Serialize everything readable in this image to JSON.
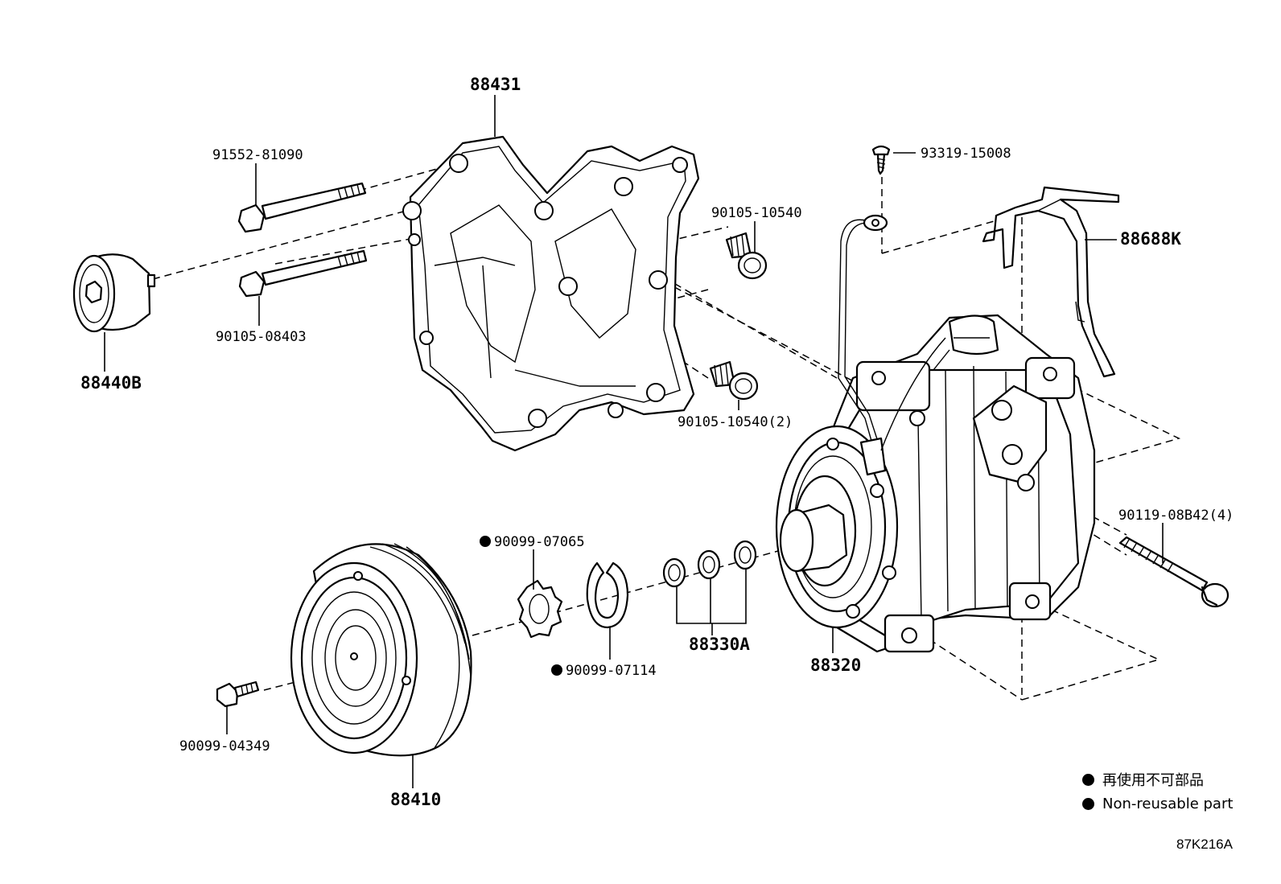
{
  "parts": [
    {
      "id": "88431",
      "label": "88431"
    },
    {
      "id": "91552-81090",
      "label": "91552-81090"
    },
    {
      "id": "90105-08403",
      "label": "90105-08403"
    },
    {
      "id": "88440B",
      "label": "88440B"
    },
    {
      "id": "90105-10540",
      "label": "90105-10540"
    },
    {
      "id": "90105-10540-2",
      "label": "90105-10540(2)"
    },
    {
      "id": "93319-15008",
      "label": "93319-15008"
    },
    {
      "id": "88688K",
      "label": "88688K"
    },
    {
      "id": "90119-08B42-4",
      "label": "90119-08B42(4)"
    },
    {
      "id": "88320",
      "label": "88320"
    },
    {
      "id": "88330A",
      "label": "88330A"
    },
    {
      "id": "90099-07065",
      "label": "90099-07065"
    },
    {
      "id": "90099-07114",
      "label": "90099-07114"
    },
    {
      "id": "90099-04349",
      "label": "90099-04349"
    },
    {
      "id": "88410",
      "label": "88410"
    }
  ],
  "legend": {
    "marker": "●",
    "items": [
      {
        "text": "再使用不可部品"
      },
      {
        "text": "Non-reusable part"
      }
    ]
  },
  "figure_code": "87K216A"
}
